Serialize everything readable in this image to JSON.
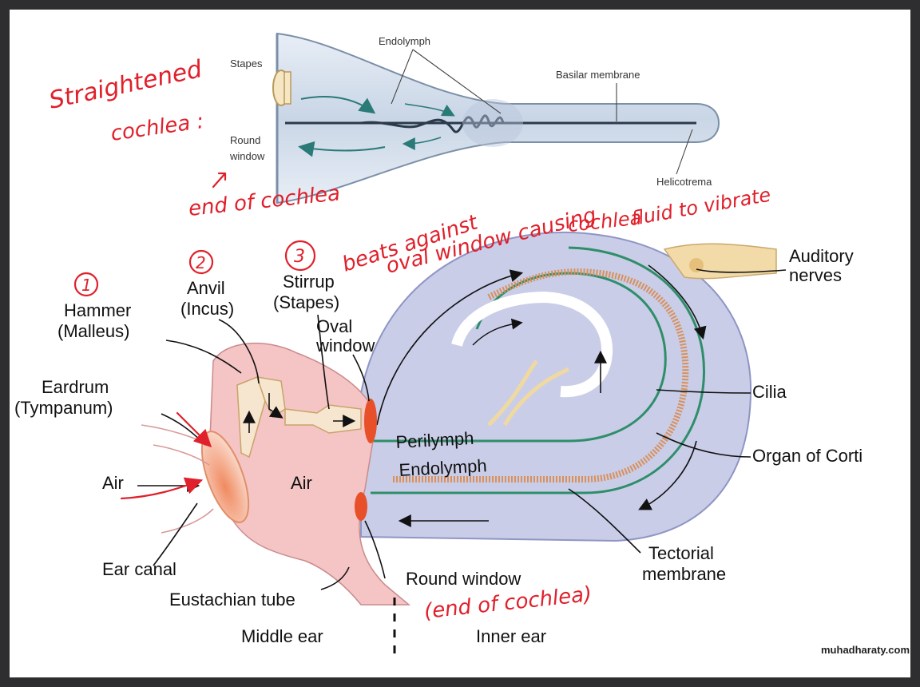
{
  "top_diagram": {
    "endolymph": "Endolymph",
    "stapes": "Stapes",
    "basilar_membrane": "Basilar membrane",
    "round_window_1": "Round",
    "round_window_2": "window",
    "helicotrema": "Helicotrema"
  },
  "main_diagram": {
    "anvil_1": "Anvil",
    "anvil_2": "(Incus)",
    "stirrup_1": "Stirrup",
    "stirrup_2": "(Stapes)",
    "hammer_1": "Hammer",
    "hammer_2": "(Malleus)",
    "oval_window_1": "Oval",
    "oval_window_2": "window",
    "eardrum_1": "Eardrum",
    "eardrum_2": "(Tympanum)",
    "air_left": "Air",
    "air_middle": "Air",
    "perilymph": "Perilymph",
    "endolymph": "Endolymph",
    "auditory_nerves_1": "Auditory",
    "auditory_nerves_2": "nerves",
    "cilia": "Cilia",
    "organ_of_corti": "Organ of Corti",
    "tectorial_1": "Tectorial",
    "tectorial_2": "membrane",
    "ear_canal": "Ear canal",
    "eustachian_tube": "Eustachian tube",
    "round_window": "Round window",
    "middle_ear": "Middle ear",
    "inner_ear": "Inner ear"
  },
  "annotations": {
    "straightened_1": "Straightened",
    "straightened_2": "cochlea :",
    "end_of_cochlea": "end of cochlea",
    "beats_1": "beats against",
    "beats_2": "oval window causing",
    "cochlea_fluid": "cochlea",
    "fluid_vibrate": "fluid to vibrate",
    "num1": "1",
    "num2": "2",
    "num3": "3",
    "end_of_cochlea_2": "(end of cochlea)"
  },
  "watermark": "muhadharaty.com",
  "colors": {
    "ink": "#e0202b",
    "middle_ear": "#f5c4c4",
    "cochlea": "#c9cde8",
    "bone": "#f7e6cf",
    "window": "#e8502a"
  }
}
